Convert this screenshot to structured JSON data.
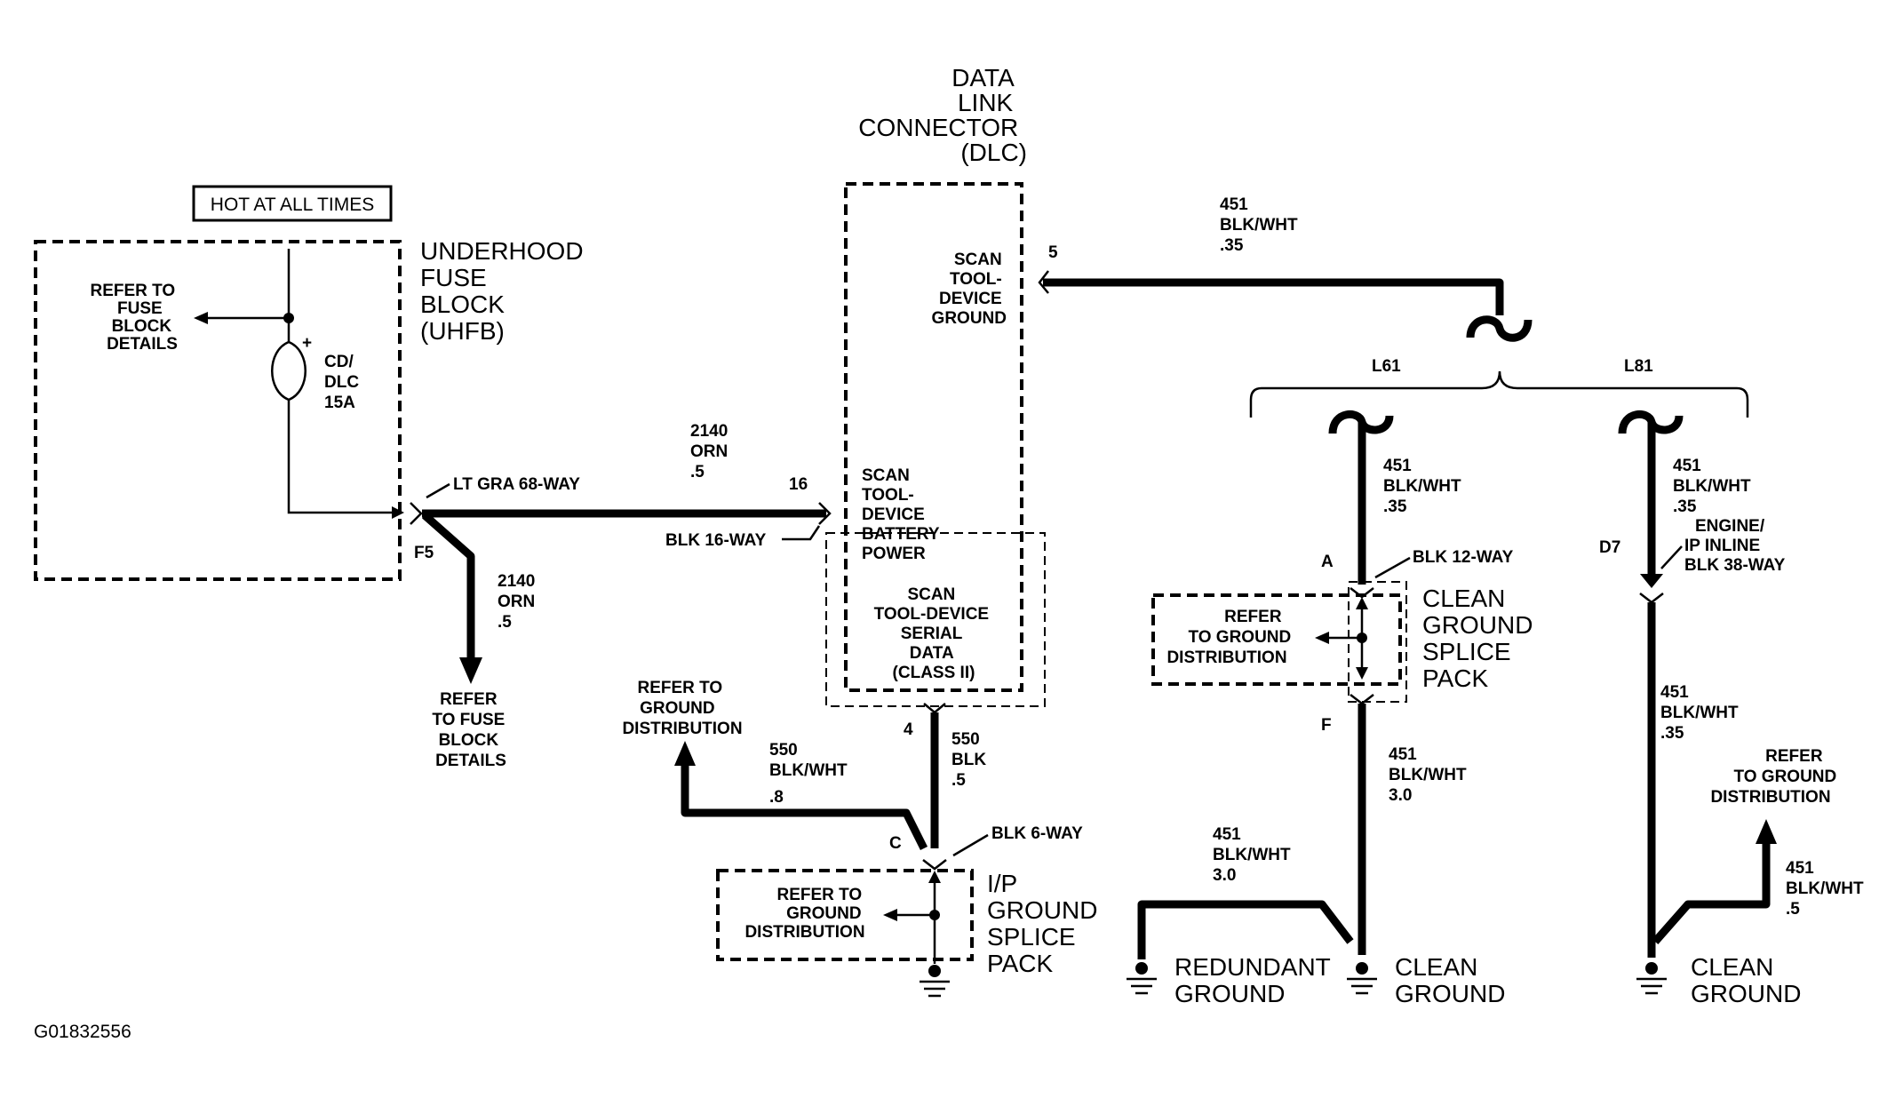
{
  "figure_id": "G01832556",
  "hot_at_all_times": "HOT AT ALL TIMES",
  "uhfb": {
    "title": [
      "UNDERHOOD",
      "FUSE",
      "BLOCK",
      "(UHFB)"
    ],
    "refer": [
      "REFER TO",
      "FUSE",
      "BLOCK",
      "DETAILS"
    ],
    "fuse_label": [
      "CD/",
      "DLC",
      "15A"
    ],
    "plus": "+",
    "connector": "LT GRA 68-WAY",
    "pin": "F5"
  },
  "wire_2140_top": [
    "2140",
    "ORN",
    ".5"
  ],
  "wire_2140_down": [
    "2140",
    "ORN",
    ".5"
  ],
  "refer_fuse_bottom": [
    "REFER",
    "TO FUSE",
    "BLOCK",
    "DETAILS"
  ],
  "dlc": {
    "title": [
      "DATA",
      "LINK",
      "CONNECTOR",
      "(DLC)"
    ],
    "pin16": "16",
    "connector16": "BLK 16-WAY",
    "pin5": "5",
    "pin4": "4",
    "ground_label": [
      "SCAN",
      "TOOL-",
      "DEVICE",
      "GROUND"
    ],
    "battery_label": [
      "SCAN",
      "TOOL-",
      "DEVICE",
      "BATTERY",
      "POWER"
    ],
    "serial_label": [
      "SCAN",
      "TOOL-DEVICE",
      "SERIAL",
      "DATA",
      "(CLASS II)"
    ]
  },
  "wire_451_top": [
    "451",
    "BLK/WHT",
    ".35"
  ],
  "l61": "L61",
  "l81": "L81",
  "wire_451_l61": [
    "451",
    "BLK/WHT",
    ".35"
  ],
  "wire_451_l81": [
    "451",
    "BLK/WHT",
    ".35"
  ],
  "clean_splice": {
    "pin_a": "A",
    "connector": "BLK 12-WAY",
    "refer": [
      "REFER",
      "TO GROUND",
      "DISTRIBUTION"
    ],
    "title": [
      "CLEAN",
      "GROUND",
      "SPLICE",
      "PACK"
    ],
    "pin_f": "F"
  },
  "inline": {
    "pin": "D7",
    "label": [
      "ENGINE/",
      "IP INLINE",
      "BLK 38-WAY"
    ]
  },
  "wire_451_after_f": [
    "451",
    "BLK/WHT",
    "3.0"
  ],
  "wire_451_redundant": [
    "451",
    "BLK/WHT",
    "3.0"
  ],
  "wire_451_l81_lower": [
    "451",
    "BLK/WHT",
    ".35"
  ],
  "refer_ground_right": [
    "REFER",
    "TO GROUND",
    "DISTRIBUTION"
  ],
  "wire_451_right_small": [
    "451",
    "BLK/WHT",
    ".5"
  ],
  "grounds": {
    "redundant": [
      "REDUNDANT",
      "GROUND"
    ],
    "clean_mid": [
      "CLEAN",
      "GROUND"
    ],
    "clean_right": [
      "CLEAN",
      "GROUND"
    ]
  },
  "ip_splice": {
    "refer_top": [
      "REFER TO",
      "GROUND",
      "DISTRIBUTION"
    ],
    "wire_550_left": [
      "550",
      "BLK/WHT",
      ".8"
    ],
    "wire_550_down": [
      "550",
      "BLK",
      ".5"
    ],
    "pin_c": "C",
    "connector": "BLK 6-WAY",
    "refer_inside": [
      "REFER TO",
      "GROUND",
      "DISTRIBUTION"
    ],
    "title": [
      "I/P",
      "GROUND",
      "SPLICE",
      "PACK"
    ]
  }
}
